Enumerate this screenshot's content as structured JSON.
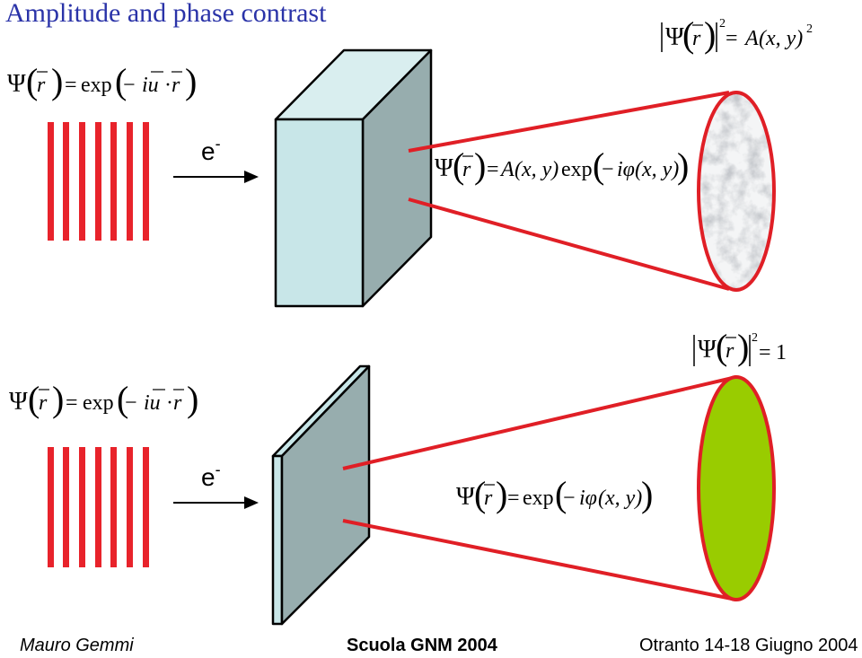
{
  "title": "Amplitude and phase contrast",
  "colors": {
    "title": "#2a33a8",
    "stripes": "#e8232b",
    "beam_lines": "#e01f26",
    "thick_specimen_front": "#c8e6e8",
    "thick_specimen_side": "#97adae",
    "thick_specimen_top": "#d9eeef",
    "thin_specimen": "#97adae",
    "thin_specimen_edge": "#c8e6e8",
    "bright_disk": "#99cc00",
    "disk_outline": "#e01f26"
  },
  "top_panel": {
    "incident_wave": {
      "psi": "Ψ",
      "r": "r",
      "eq": "=",
      "exp": "exp",
      "minus": "−",
      "iu": "iu",
      "dot": "·",
      "r2": "r"
    },
    "electron": {
      "e": "e",
      "sup": "-"
    },
    "exit_wave": {
      "psi": "Ψ",
      "r": "r",
      "eq": "=",
      "A": "A",
      "xy1": "(x, y)",
      "exp": "exp",
      "minus": "−",
      "iphi": "iφ",
      "xy2": "(x, y)"
    },
    "intensity": {
      "psi": "Ψ",
      "r": "r",
      "sq": "2",
      "eq": "=",
      "A": "A",
      "xy": "(x, y)",
      "sq2": "2"
    },
    "image_texture": "marble-like mottled grey amplitude image"
  },
  "bottom_panel": {
    "incident_wave": {
      "psi": "Ψ",
      "r": "r",
      "eq": "=",
      "exp": "exp",
      "minus": "−",
      "iu": "iu",
      "dot": "·",
      "r2": "r"
    },
    "electron": {
      "e": "e",
      "sup": "-"
    },
    "exit_wave": {
      "psi": "Ψ",
      "r": "r",
      "eq": "=",
      "exp": "exp",
      "minus": "−",
      "iphi": "iφ",
      "xy": "(x, y)"
    },
    "intensity": {
      "psi": "Ψ",
      "r": "r",
      "sq": "2",
      "eq": "=",
      "one": "1"
    }
  },
  "footer": {
    "author": "Mauro Gemmi",
    "school": "Scuola GNM 2004",
    "place_date": "Otranto 14-18 Giugno 2004"
  }
}
